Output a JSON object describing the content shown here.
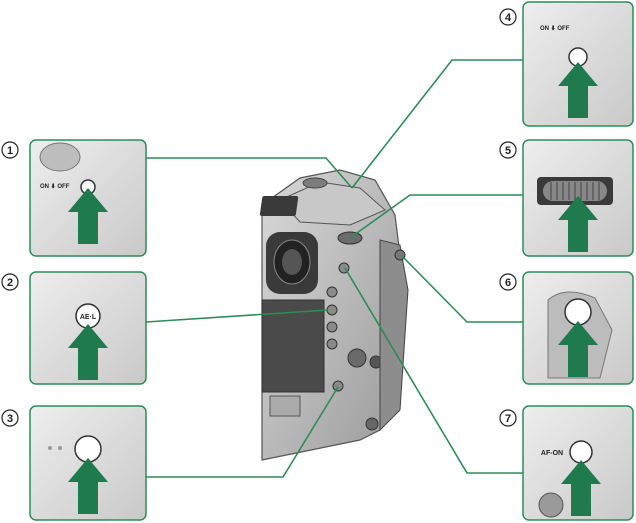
{
  "callouts": [
    {
      "number": "1",
      "button_label": "",
      "switch_text": "ON ⬇  OFF"
    },
    {
      "number": "2",
      "button_label": "AE·L"
    },
    {
      "number": "3",
      "button_label": ""
    },
    {
      "number": "4",
      "button_label": "",
      "switch_text": "ON ⬇  OFF"
    },
    {
      "number": "5",
      "button_label": ""
    },
    {
      "number": "6",
      "button_label": ""
    },
    {
      "number": "7",
      "button_label": "AF-ON"
    }
  ],
  "colors": {
    "leader_line": "#2e8b57",
    "arrow": "#1f7a4d",
    "panel_border": "#2e8b57",
    "camera_body": "#b9b9b9"
  },
  "icons": [
    "press-arrow-icon",
    "button-circle-icon"
  ]
}
